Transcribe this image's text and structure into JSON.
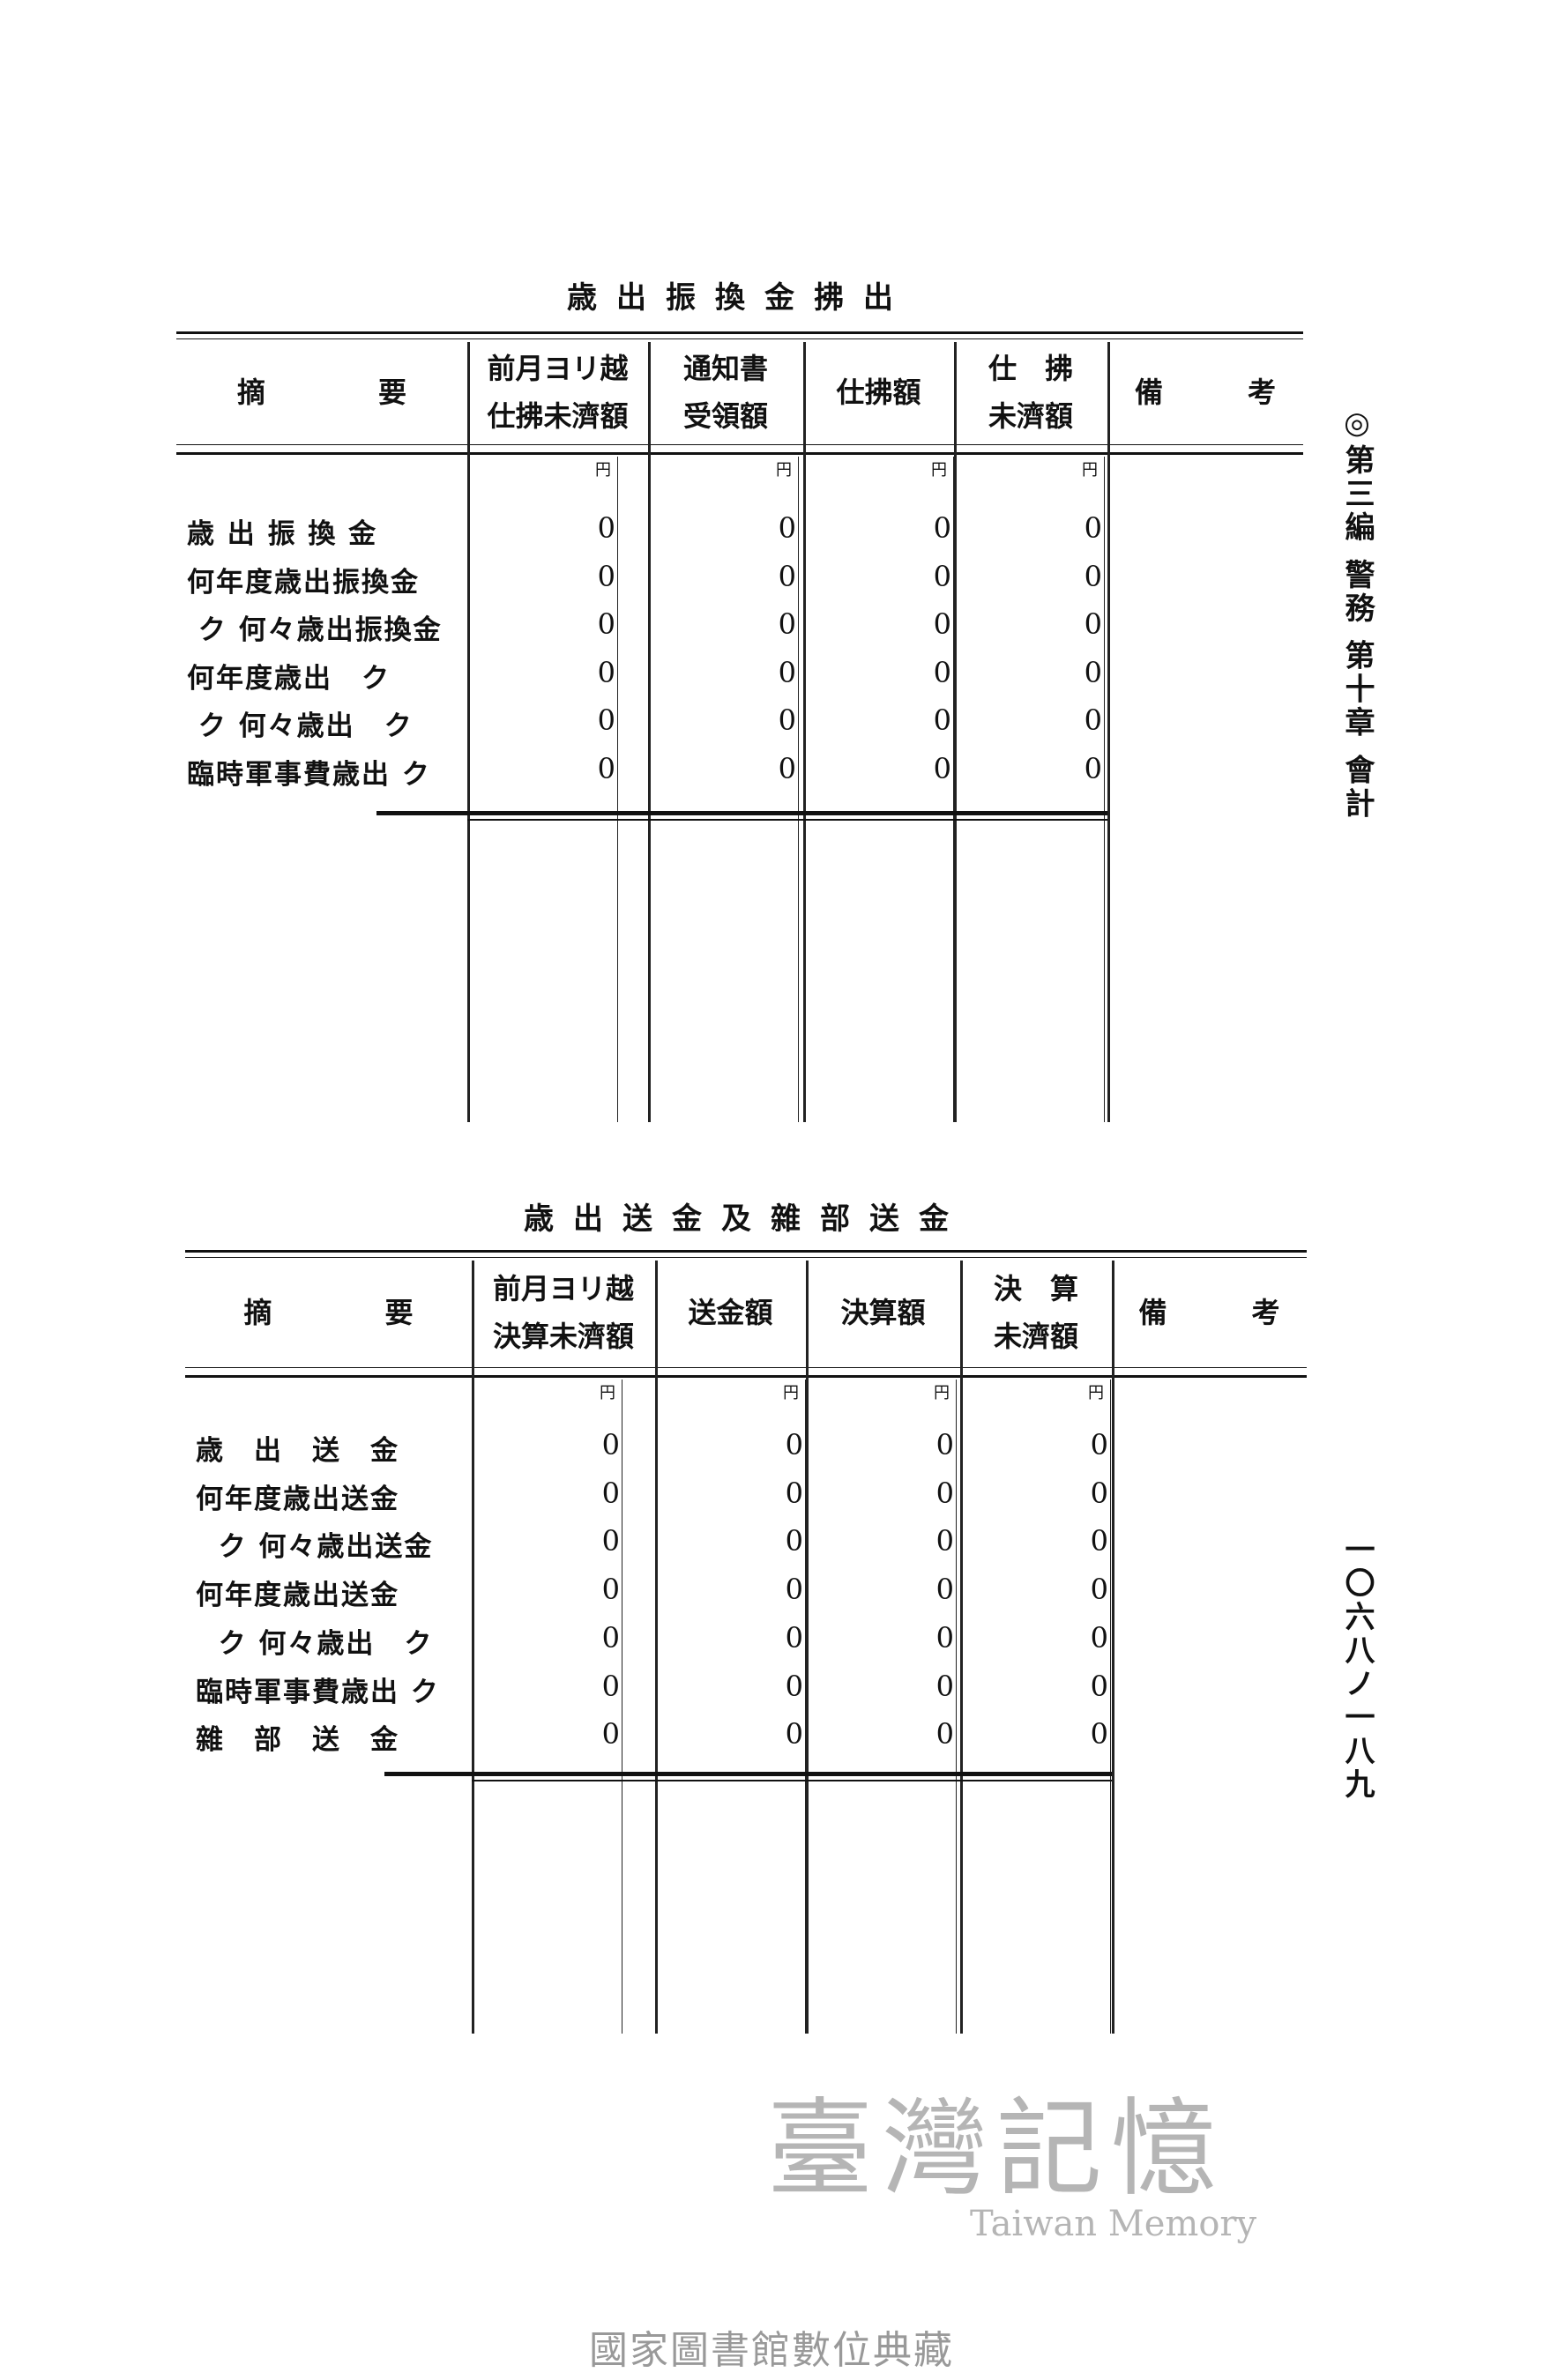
{
  "side_heading": "◎第三編 警務 第十章 會計",
  "page_number": "一〇六八ノ一八九",
  "footer": "國家圖書館數位典藏",
  "watermark": {
    "cjk": "臺灣記憶",
    "latin": "Taiwan Memory"
  },
  "tables": [
    {
      "title": "歳出振換金拂出",
      "headers": [
        "摘　　　　要",
        "前月ヨリ越\n仕拂未濟額",
        "通知書\n受領額",
        "仕拂額",
        "仕　拂\n未濟額",
        "備　　　考"
      ],
      "unit": "円",
      "rows": [
        {
          "label": "歳 出 振 換 金",
          "values": [
            "0",
            "0",
            "0",
            "0"
          ]
        },
        {
          "label": "何年度歳出振換金",
          "values": [
            "0",
            "0",
            "0",
            "0"
          ]
        },
        {
          "label": " ク 何々歳出振換金",
          "values": [
            "0",
            "0",
            "0",
            "0"
          ]
        },
        {
          "label": "何年度歳出　ク",
          "values": [
            "0",
            "0",
            "0",
            "0"
          ]
        },
        {
          "label": " ク 何々歳出　ク",
          "values": [
            "0",
            "0",
            "0",
            "0"
          ]
        },
        {
          "label": "臨時軍事費歳出 ク",
          "values": [
            "0",
            "0",
            "0",
            "0"
          ]
        }
      ]
    },
    {
      "title": "歳出送金及雜部送金",
      "headers": [
        "摘　　　　要",
        "前月ヨリ越\n決算未濟額",
        "送金額",
        "決算額",
        "決　算\n未濟額",
        "備　　　考"
      ],
      "unit": "円",
      "rows": [
        {
          "label": "歳　出　送　金",
          "values": [
            "0",
            "0",
            "0",
            "0"
          ]
        },
        {
          "label": "何年度歳出送金",
          "values": [
            "0",
            "0",
            "0",
            "0"
          ]
        },
        {
          "label": "  ク 何々歳出送金",
          "values": [
            "0",
            "0",
            "0",
            "0"
          ]
        },
        {
          "label": "何年度歳出送金",
          "values": [
            "0",
            "0",
            "0",
            "0"
          ]
        },
        {
          "label": "  ク 何々歳出　ク",
          "values": [
            "0",
            "0",
            "0",
            "0"
          ]
        },
        {
          "label": "臨時軍事費歳出 ク",
          "values": [
            "0",
            "0",
            "0",
            "0"
          ]
        },
        {
          "label": "雜　部　送　金",
          "values": [
            "0",
            "0",
            "0",
            "0"
          ]
        }
      ]
    }
  ]
}
